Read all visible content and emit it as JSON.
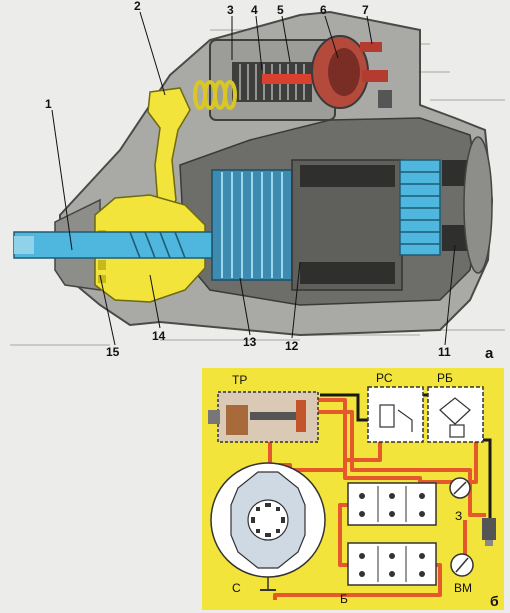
{
  "figure_a": {
    "label": "а",
    "callouts": [
      "1",
      "2",
      "3",
      "4",
      "5",
      "6",
      "7",
      "11",
      "12",
      "13",
      "14",
      "15"
    ]
  },
  "figure_b": {
    "label": "б",
    "components": {
      "traction_relay": "ТР",
      "start_relay": "РС",
      "lock_relay": "РБ",
      "starter": "С",
      "battery": "Б",
      "ignition_switch": "З",
      "ground_switch": "ВМ"
    }
  },
  "colors": {
    "accent_yellow": "#f2e43a",
    "wire_red": "#e4582b",
    "shaft_blue": "#4fb6dd",
    "housing_grey": "#a9a9a6"
  }
}
